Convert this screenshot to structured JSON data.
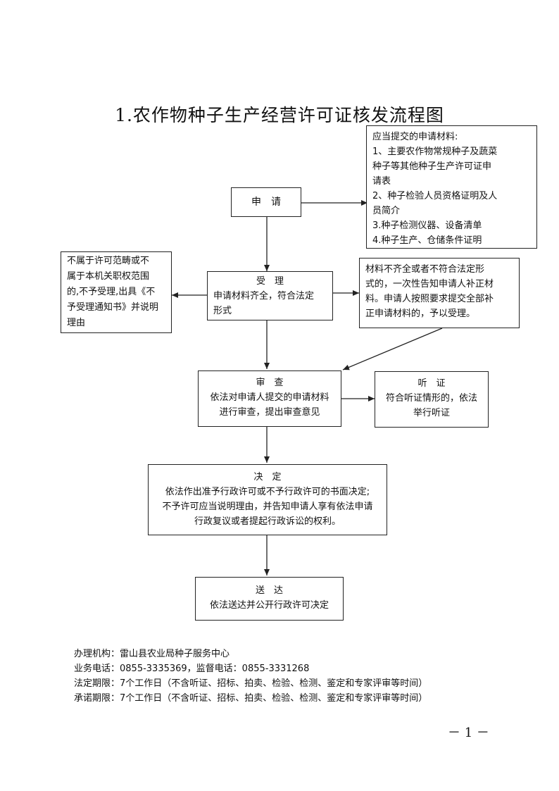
{
  "title": "1.农作物种子生产经营许可证核发流程图",
  "materials": {
    "head": "应当提交的申请材料:",
    "lines": [
      "1、主要农作物常规种子及蔬菜",
      "种子等其他种子生产许可证申",
      "请表",
      "2、种子检验人员资格证明及人",
      "员简介",
      "3.种子检测仪器、设备清单",
      "4.种子生产、仓储条件证明"
    ]
  },
  "apply": {
    "label": "申　请"
  },
  "reject": {
    "lines": [
      "不属于许可范畴或不",
      "属于本机关职权范围",
      "的,不予受理,出具《不",
      "予受理通知书》并说明",
      "理由"
    ]
  },
  "accept": {
    "head": "受　理",
    "lines": [
      "申请材料齐全，符合法定",
      "形式"
    ]
  },
  "supplement": {
    "lines": [
      "材料不齐全或者不符合法定形",
      "式的，一次性告知申请人补正材",
      "料。申请人按照要求提交全部补",
      "正申请材料的，予以受理。"
    ]
  },
  "review": {
    "head": "审　查",
    "lines": [
      "依法对申请人提交的申请材料",
      "进行审查，提出审查意见"
    ]
  },
  "hearing": {
    "head": "听　证",
    "lines": [
      "符合听证情形的，依法",
      "举行听证"
    ]
  },
  "decision": {
    "head": "决　定",
    "lines": [
      "依法作出准予行政许可或不予行政许可的书面决定;",
      "不予许可应当说明理由，并告知申请人享有依法申请",
      "行政复议或者提起行政诉讼的权利。"
    ]
  },
  "delivery": {
    "head": "送　达",
    "lines": [
      "依法送达并公开行政许可决定"
    ]
  },
  "footer": {
    "lines": [
      "办理机构：雷山县农业局种子服务中心",
      "业务电话：0855-3335369，监督电话：0855-3331268",
      "法定期限：7个工作日（不含听证、招标、拍卖、检验、检测、鉴定和专家评审等时间）",
      "承诺期限：7个工作日（不含听证、招标、拍卖、检验、检测、鉴定和专家评审等时间）"
    ]
  },
  "page_number": "－ 1 －"
}
